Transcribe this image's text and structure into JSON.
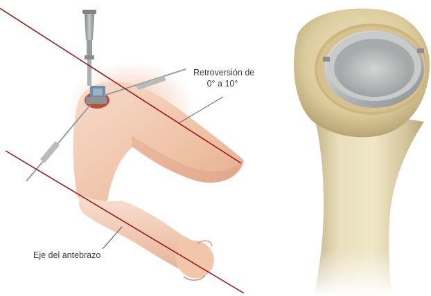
{
  "labels": {
    "retroversion_line1": "Retroversión de",
    "retroversion_line2": "0° a 10°",
    "forearm_axis": "Eje del antebrazo"
  },
  "colors": {
    "axis_lines": "#9a1b1b",
    "bone": "#e6dcb6",
    "implant": "#b9bcbc",
    "skin": "#f2c8ad",
    "background": "#ffffff"
  }
}
